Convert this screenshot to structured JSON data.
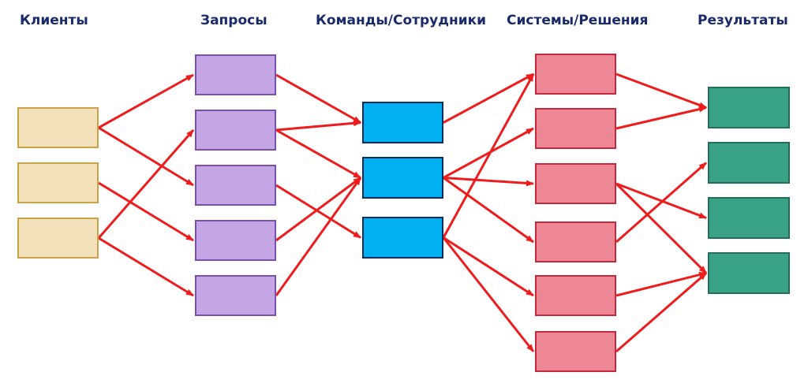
{
  "colors": {
    "title": "#1a2b6b",
    "arrow": "#ee1c1c",
    "clients_fill": "#f3e1b9",
    "clients_border": "#c9a24a",
    "requests_fill": "#c3a6e3",
    "requests_border": "#7b4fb0",
    "teams_fill": "#00b0f0",
    "teams_border": "#0c2d5c",
    "systems_fill": "#ee8795",
    "systems_border": "#c4283c",
    "results_fill": "#3aa287",
    "results_border": "#226e5b"
  },
  "columns": [
    {
      "id": "clients",
      "title": "Клиенты",
      "count": 3
    },
    {
      "id": "requests",
      "title": "Запросы",
      "count": 5
    },
    {
      "id": "teams",
      "title": "Команды/Сотрудники",
      "count": 3
    },
    {
      "id": "systems",
      "title": "Системы/Решения",
      "count": 6
    },
    {
      "id": "results",
      "title": "Результаты",
      "count": 4
    }
  ],
  "edges": [
    [
      "clients",
      0,
      "requests",
      0
    ],
    [
      "clients",
      0,
      "requests",
      2
    ],
    [
      "clients",
      1,
      "requests",
      3
    ],
    [
      "clients",
      2,
      "requests",
      1
    ],
    [
      "clients",
      2,
      "requests",
      4
    ],
    [
      "requests",
      0,
      "teams",
      0
    ],
    [
      "requests",
      1,
      "teams",
      0
    ],
    [
      "requests",
      1,
      "teams",
      1
    ],
    [
      "requests",
      2,
      "teams",
      2
    ],
    [
      "requests",
      3,
      "teams",
      1
    ],
    [
      "requests",
      4,
      "teams",
      1
    ],
    [
      "teams",
      0,
      "systems",
      0
    ],
    [
      "teams",
      1,
      "systems",
      1
    ],
    [
      "teams",
      1,
      "systems",
      2
    ],
    [
      "teams",
      1,
      "systems",
      3
    ],
    [
      "teams",
      2,
      "systems",
      0
    ],
    [
      "teams",
      2,
      "systems",
      4
    ],
    [
      "teams",
      2,
      "systems",
      5
    ],
    [
      "systems",
      0,
      "results",
      0
    ],
    [
      "systems",
      1,
      "results",
      0
    ],
    [
      "systems",
      2,
      "results",
      2
    ],
    [
      "systems",
      2,
      "results",
      3
    ],
    [
      "systems",
      3,
      "results",
      1
    ],
    [
      "systems",
      4,
      "results",
      3
    ],
    [
      "systems",
      5,
      "results",
      3
    ]
  ]
}
